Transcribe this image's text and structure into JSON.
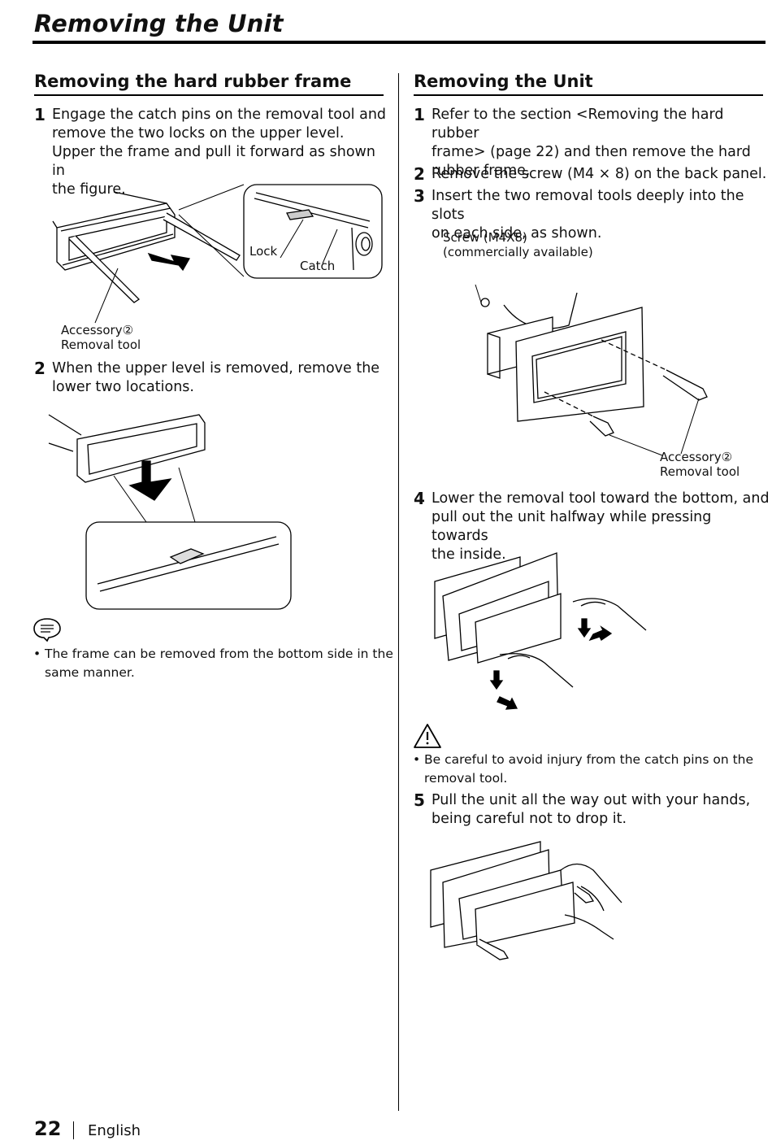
{
  "page": {
    "title": "Removing the Unit",
    "number": "22",
    "language": "English"
  },
  "left": {
    "section_title": "Removing the hard rubber frame",
    "step1": {
      "num": "1",
      "lines": [
        "Engage the catch pins on the removal tool and",
        "remove the two locks on the upper level.",
        "Upper the frame and pull it forward as shown in",
        "the figure."
      ]
    },
    "fig1": {
      "lock_label": "Lock",
      "catch_label": "Catch",
      "accessory_label": "Accessory②",
      "removal_tool_label": "Removal tool"
    },
    "step2": {
      "num": "2",
      "lines": [
        "When the upper level is removed, remove the",
        "lower two locations."
      ]
    },
    "note": {
      "icon": "note-icon",
      "bullet": "•",
      "lines": [
        "The frame can be removed from the bottom side in the",
        "same manner."
      ]
    }
  },
  "right": {
    "section_title": "Removing the Unit",
    "step1": {
      "num": "1",
      "lines": [
        "Refer to the section <Removing the hard rubber",
        "frame> (page 22) and then remove the hard",
        "rubber frame."
      ]
    },
    "step2": {
      "num": "2",
      "text": "Remove the screw (M4 × 8) on the back panel."
    },
    "step3": {
      "num": "3",
      "lines": [
        "Insert the two removal tools deeply into the slots",
        "on each side, as shown."
      ]
    },
    "fig3": {
      "screw_label": "Screw (M4X8)",
      "screw_note": "(commercially available)",
      "accessory_label": "Accessory②",
      "removal_tool_label": "Removal tool"
    },
    "step4": {
      "num": "4",
      "lines": [
        "Lower the removal tool toward the bottom, and",
        "pull out the unit halfway while pressing towards",
        "the inside."
      ]
    },
    "caution": {
      "icon": "warning-icon",
      "bullet": "•",
      "lines": [
        "Be careful to avoid injury from the catch pins on the",
        "removal tool."
      ]
    },
    "step5": {
      "num": "5",
      "lines": [
        "Pull the unit all the way out with your hands,",
        "being careful not to drop it."
      ]
    }
  }
}
